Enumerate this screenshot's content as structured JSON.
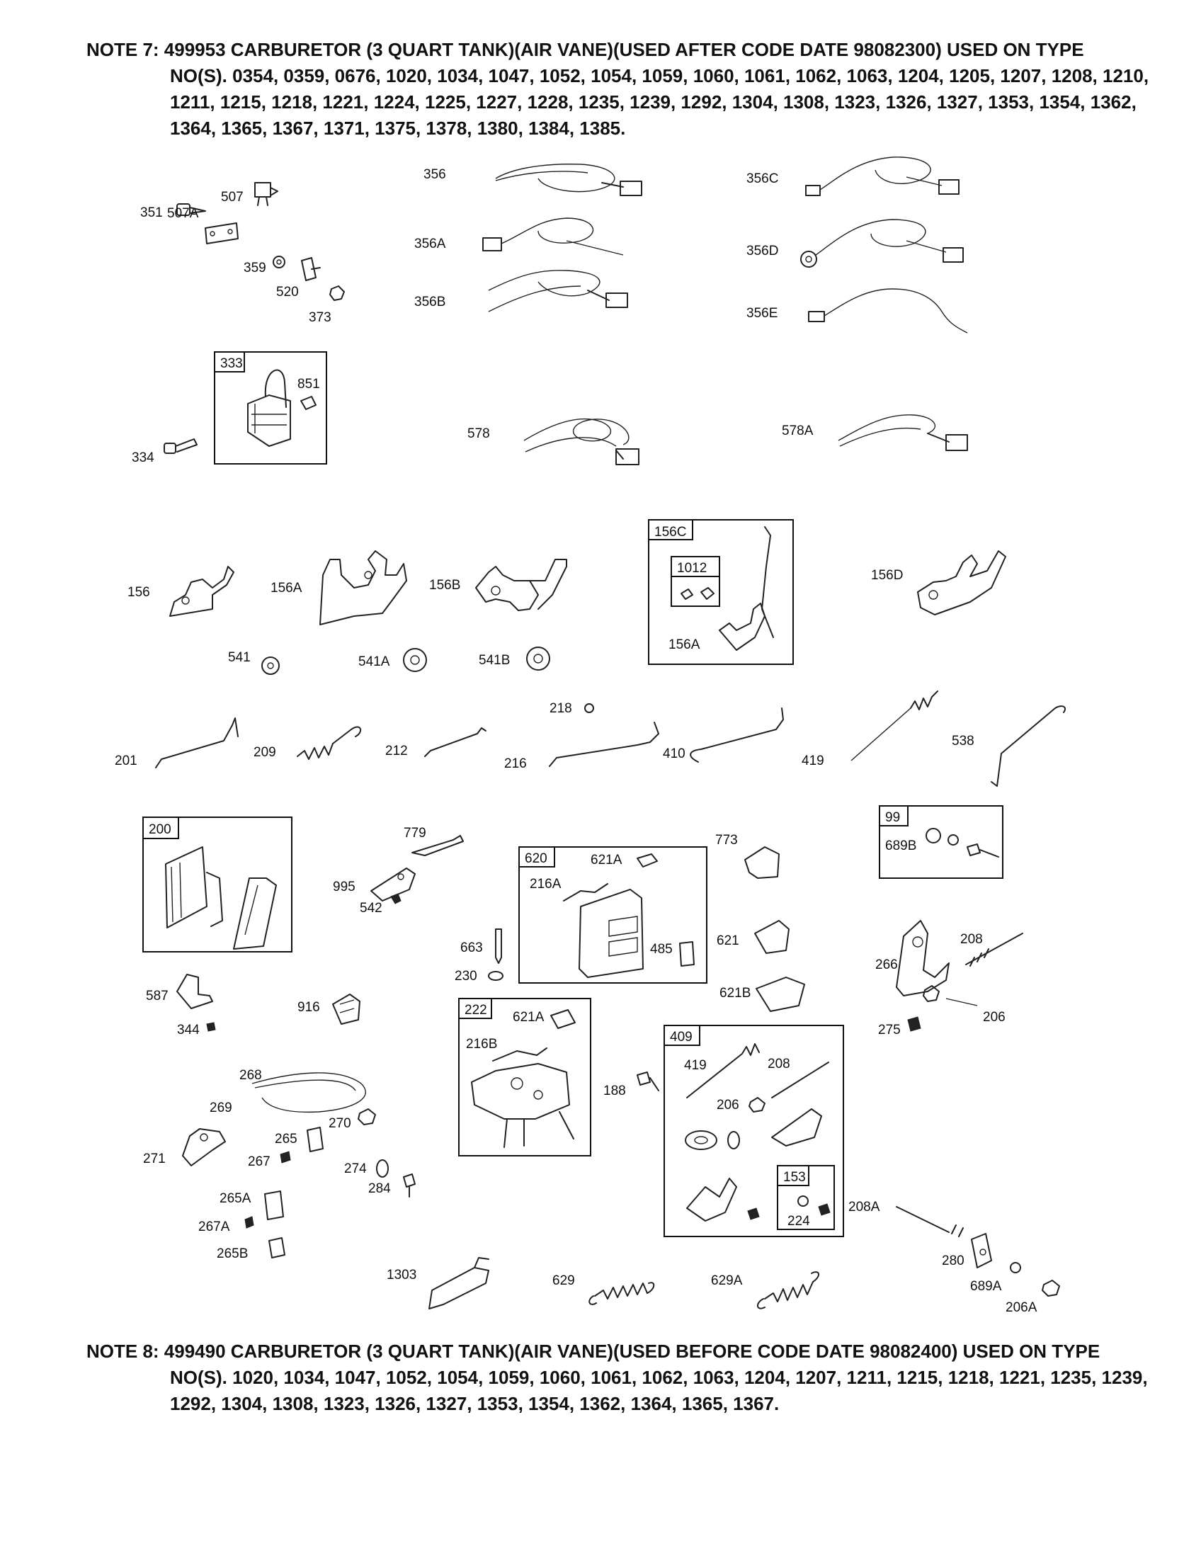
{
  "notes": {
    "note7": {
      "head": "NOTE 7: 499953 CARBURETOR (3 QUART TANK)(AIR VANE)(USED AFTER CODE DATE 98082300) USED ON TYPE",
      "lines": [
        "NO(S). 0354, 0359, 0676, 1020, 1034, 1047, 1052, 1054, 1059, 1060, 1061, 1062, 1063, 1204, 1205, 1207, 1208, 1210,",
        "1211, 1215, 1218, 1221, 1224, 1225, 1227, 1228, 1235, 1239, 1292, 1304, 1308, 1323, 1326, 1327, 1353, 1354, 1362,",
        "1364, 1365, 1367, 1371, 1375, 1378, 1380, 1384, 1385."
      ]
    },
    "note8": {
      "head": "NOTE 8: 499490 CARBURETOR (3 QUART TANK)(AIR VANE)(USED BEFORE CODE DATE 98082400) USED ON TYPE",
      "lines": [
        "NO(S). 1020, 1034, 1047, 1052, 1054, 1059, 1060, 1061, 1062, 1063, 1204, 1207, 1211, 1215, 1218, 1221, 1235, 1239,",
        "1292, 1304, 1308, 1323, 1326, 1327, 1353, 1354, 1362, 1364, 1365, 1367."
      ]
    }
  },
  "parts": {
    "p351": "351",
    "p507": "507",
    "p507A": "507A",
    "p359": "359",
    "p520": "520",
    "p373": "373",
    "p356": "356",
    "p356A": "356A",
    "p356B": "356B",
    "p356C": "356C",
    "p356D": "356D",
    "p356E": "356E",
    "p333": "333",
    "p851": "851",
    "p334": "334",
    "p578": "578",
    "p578A": "578A",
    "p156": "156",
    "p156A": "156A",
    "p156B": "156B",
    "p156C": "156C",
    "p1012": "1012",
    "p156A_2": "156A",
    "p156D": "156D",
    "p541": "541",
    "p541A": "541A",
    "p541B": "541B",
    "p201": "201",
    "p209": "209",
    "p212": "212",
    "p218": "218",
    "p216": "216",
    "p410": "410",
    "p419": "419",
    "p538": "538",
    "p200": "200",
    "p779": "779",
    "p995": "995",
    "p542": "542",
    "p620": "620",
    "p621A": "621A",
    "p216A": "216A",
    "p485": "485",
    "p773": "773",
    "p99": "99",
    "p689B": "689B",
    "p663": "663",
    "p230": "230",
    "p621": "621",
    "p621B": "621B",
    "p266": "266",
    "p208": "208",
    "p206": "206",
    "p275": "275",
    "p587": "587",
    "p344": "344",
    "p916": "916",
    "p222": "222",
    "p621A_2": "621A",
    "p216B": "216B",
    "p188": "188",
    "p409": "409",
    "p419_2": "419",
    "p208_2": "208",
    "p206_2": "206",
    "p153": "153",
    "p224": "224",
    "p268": "268",
    "p269": "269",
    "p270": "270",
    "p271": "271",
    "p265": "265",
    "p267": "267",
    "p274": "274",
    "p284": "284",
    "p265A": "265A",
    "p267A": "267A",
    "p265B": "265B",
    "p208A": "208A",
    "p280": "280",
    "p689A": "689A",
    "p206A": "206A",
    "p1303": "1303",
    "p629": "629",
    "p629A": "629A"
  }
}
